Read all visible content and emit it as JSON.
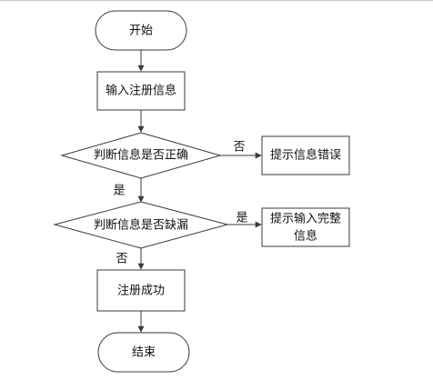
{
  "nodes": {
    "start": "开始",
    "input_info": "输入注册信息",
    "check_correct": "判断信息是否正确",
    "error_tip": "提示信息错误",
    "check_missing": "判断信息是否缺漏",
    "complete_tip_line1": "提示输入完整",
    "complete_tip_line2": "信息",
    "register_success": "注册成功",
    "end": "结束"
  },
  "edges": {
    "correct_no": "否",
    "correct_yes": "是",
    "missing_yes": "是",
    "missing_no": "否"
  },
  "colors": {
    "stroke": "#3a3a3a",
    "text": "#111111",
    "background": "#ffffff"
  }
}
